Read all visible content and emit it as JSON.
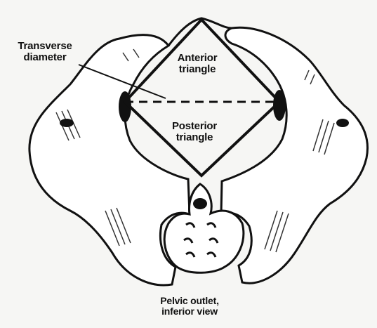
{
  "labels": {
    "transverse_line1": "Transverse",
    "transverse_line2": "diameter",
    "anterior_line1": "Anterior",
    "anterior_line2": "triangle",
    "posterior_line1": "Posterior",
    "posterior_line2": "triangle"
  },
  "caption": {
    "line1": "Pelvic outlet,",
    "line2": "inferior view"
  },
  "colors": {
    "background": "#f6f6f4",
    "ink": "#111111",
    "bone_fill": "#ffffff"
  }
}
